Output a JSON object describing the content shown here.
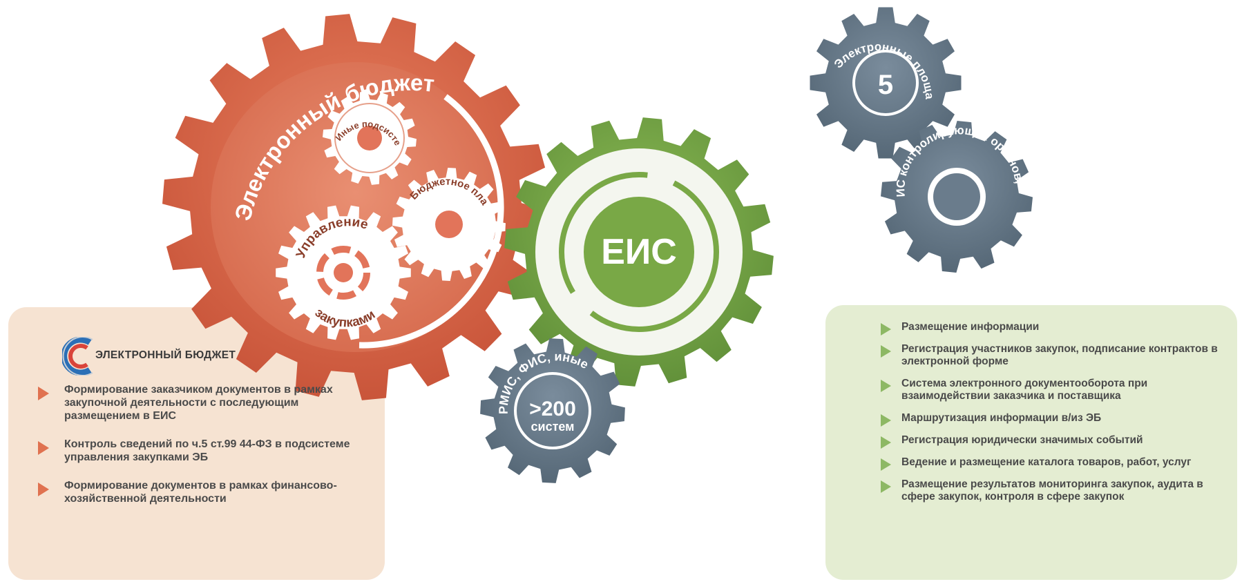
{
  "big_gear": {
    "arc_title": "Электронный бюджет",
    "sub_gear_1": "Иные подсистемы",
    "sub_gear_2": "Бюджетное планирование",
    "sub_gear_3_line1": "Управление",
    "sub_gear_3_line2": "закупками"
  },
  "center_gear": {
    "label": "ЕИС"
  },
  "top_right_gear": {
    "arc_text": "Электронные площадки",
    "number": "5"
  },
  "right_gear": {
    "arc_text": "ИС контролирующих органов, банков"
  },
  "bottom_gear": {
    "arc_text": "РМИС, ФИС, иные",
    "number": ">200",
    "unit": "систем"
  },
  "left_panel": {
    "logo_label": "ЭЛЕКТРОННЫЙ БЮДЖЕТ",
    "items": [
      "Формирование заказчиком документов в рамках закупочной деятельности с последующим размещением в ЕИС",
      "Контроль сведений по ч.5 ст.99 44-ФЗ в подсистеме управления закупками ЭБ",
      "Формирование документов в рамках финансово-хозяйственной деятельности"
    ]
  },
  "right_panel": {
    "items": [
      "Размещение информации",
      "Регистрация участников закупок, подписание контрактов в электронной форме",
      "Система электронного документооборота при взаимодействии заказчика и поставщика",
      "Маршрутизация информации в/из ЭБ",
      "Регистрация юридически значимых событий",
      "Ведение и размещение каталога товаров, работ, услуг",
      "Размещение результатов мониторинга закупок, аудита в сфере закупок, контроля в сфере закупок"
    ]
  },
  "colors": {
    "red_gear": "#d9654a",
    "green_gear": "#79a846",
    "gray_gear": "#67798a",
    "left_panel_bg": "#f6e3d2",
    "right_panel_bg": "#e4edd2"
  }
}
